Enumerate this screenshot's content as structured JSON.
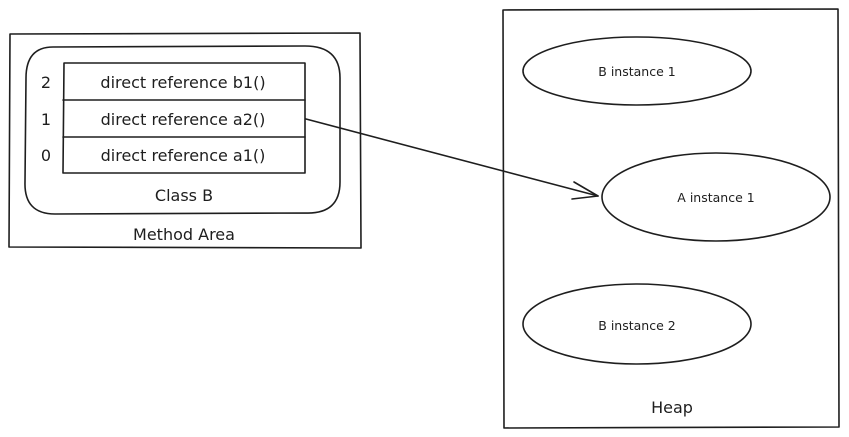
{
  "method_area": {
    "label": "Method Area",
    "class_b": {
      "label": "Class B",
      "rows": [
        {
          "index": "2",
          "text": "direct reference b1()"
        },
        {
          "index": "1",
          "text": "direct reference a2()"
        },
        {
          "index": "0",
          "text": "direct reference a1()"
        }
      ]
    }
  },
  "heap": {
    "label": "Heap",
    "instances": [
      {
        "label": "B instance 1"
      },
      {
        "label": "A instance 1"
      },
      {
        "label": "B instance 2"
      }
    ]
  },
  "arrow": {
    "from": "direct reference a2()",
    "to": "A instance 1"
  }
}
